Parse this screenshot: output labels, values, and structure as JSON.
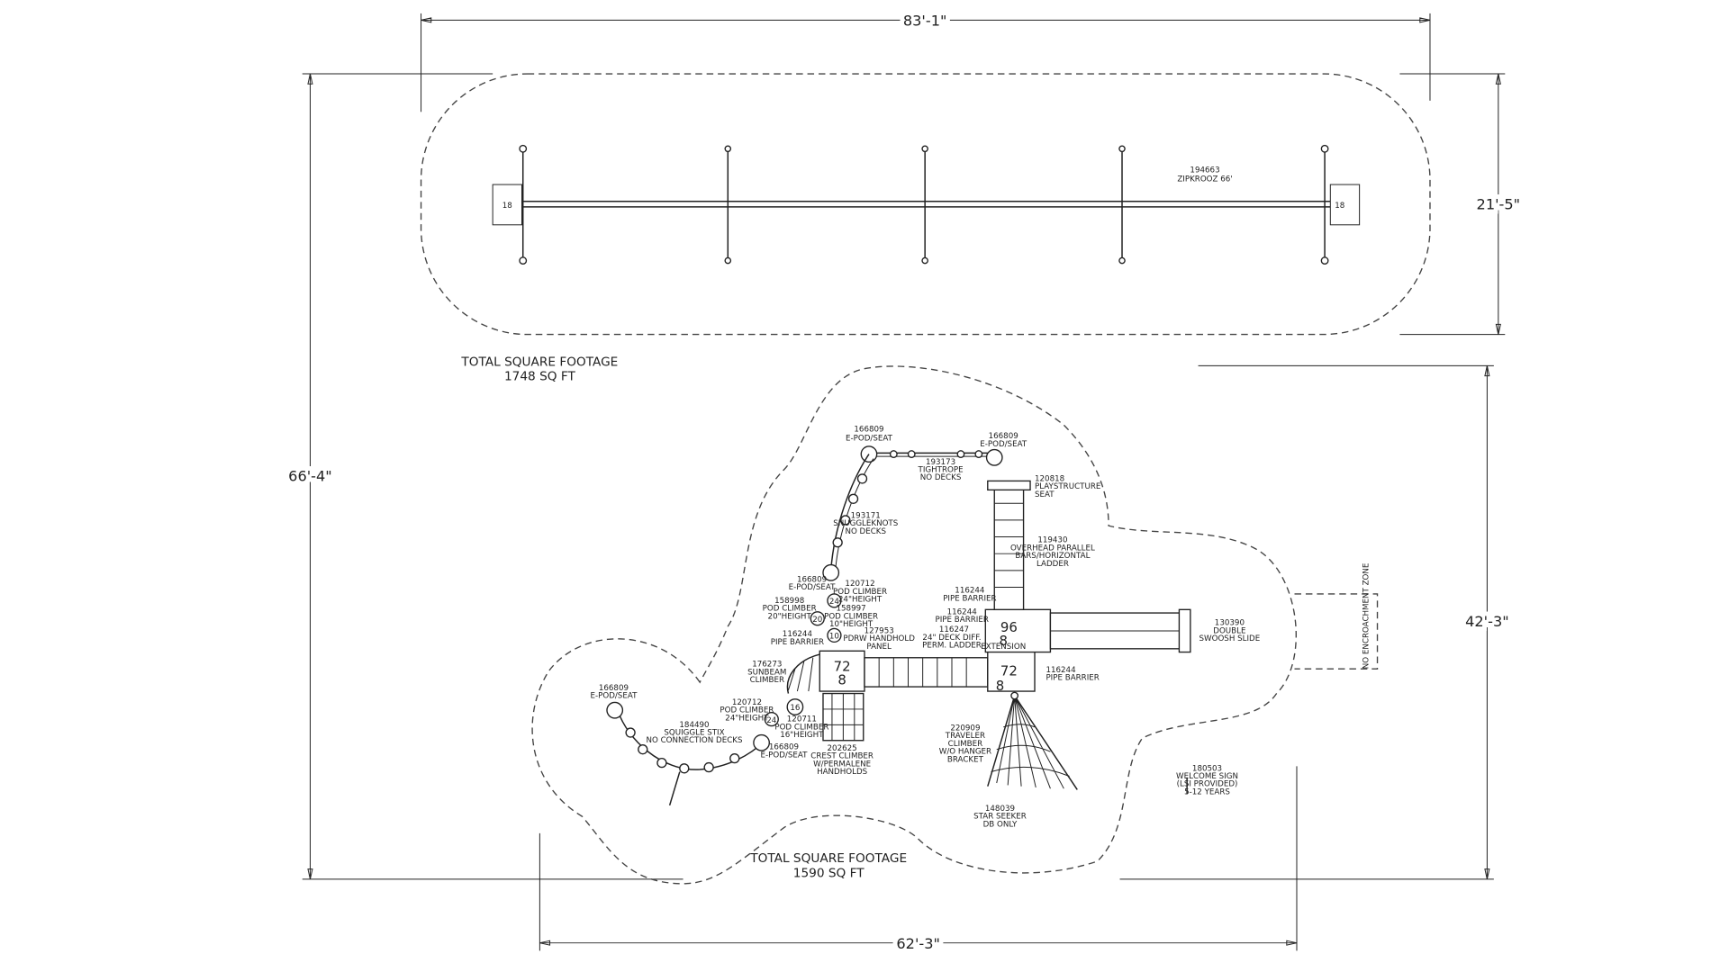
{
  "dimensions": {
    "top_width": "83'-1\"",
    "overall_height": "66'-4\"",
    "zipline_height": "21'-5\"",
    "play_height": "42'-3\"",
    "play_width": "62'-3\""
  },
  "zipline": {
    "part": "194663",
    "name": "ZIPKROOZ 66'",
    "end_label_left": "18",
    "end_label_right": "18"
  },
  "areas": {
    "top": {
      "line1": "TOTAL SQUARE FOOTAGE",
      "line2": "1748 SQ FT"
    },
    "bottom": {
      "line1": "TOTAL SQUARE FOOTAGE",
      "line2": "1590 SQ FT"
    }
  },
  "decks": {
    "d1_top": "72",
    "d1_bottom": "8",
    "d2_top": "72",
    "d2_bottom": "8",
    "d3_top": "96",
    "d3_bottom": "8"
  },
  "pod_heights": {
    "p24a": "24",
    "p20": "20",
    "p10": "10",
    "p16": "16",
    "p24b": "24"
  },
  "labels": {
    "epod_top_left": [
      "166809",
      "E-POD/SEAT"
    ],
    "epod_top_right": [
      "166809",
      "E-POD/SEAT"
    ],
    "tightrope": [
      "193173",
      "TIGHTROPE",
      "NO DECKS"
    ],
    "playseat": [
      "120818",
      "PLAYSTRUCTURE",
      "SEAT"
    ],
    "snuggleknots": [
      "193171",
      "SNUGGLEKNOTS",
      "NO DECKS"
    ],
    "overhead": [
      "119430",
      "OVERHEAD PARALLEL",
      "BARS/HORIZONTAL",
      "LADDER"
    ],
    "epod_mid": [
      "166809",
      "E-POD/SEAT"
    ],
    "pod_120712_a": [
      "120712",
      "POD CLIMBER",
      "24\"HEIGHT"
    ],
    "pod_158998": [
      "158998",
      "POD CLIMBER",
      "20\"HEIGHT"
    ],
    "pod_158997": [
      "158997",
      "POD CLIMBER",
      "10\"HEIGHT"
    ],
    "pipe_left": [
      "116244",
      "PIPE BARRIER"
    ],
    "handhold": [
      "127953",
      "PDRW HANDHOLD",
      "PANEL"
    ],
    "pipe_upper1": [
      "116244",
      "PIPE BARRIER"
    ],
    "pipe_upper2": [
      "116244",
      "PIPE BARRIER"
    ],
    "perm_ladder": [
      "116247",
      "24\" DECK DIFF.",
      "PERM. LADDER"
    ],
    "extension": [
      "EXTENSION"
    ],
    "slide": [
      "130390",
      "DOUBLE",
      "SWOOSH SLIDE"
    ],
    "sunbeam": [
      "176273",
      "SUNBEAM",
      "CLIMBER"
    ],
    "pipe_right": [
      "116244",
      "PIPE BARRIER"
    ],
    "epod_left": [
      "166809",
      "E-POD/SEAT"
    ],
    "pod_120712_b": [
      "120712",
      "POD CLIMBER",
      "24\"HEIGHT"
    ],
    "pod_120711": [
      "120711",
      "POD CLIMBER",
      "16\"HEIGHT"
    ],
    "squiggle": [
      "184490",
      "SQUIGGLE STIX",
      "NO CONNECTION DECKS"
    ],
    "epod_low": [
      "166809",
      "E-POD/SEAT"
    ],
    "traveler": [
      "220909",
      "TRAVELER",
      "CLIMBER",
      "W/O HANGER",
      "BRACKET"
    ],
    "crest": [
      "202625",
      "CREST CLIMBER",
      "W/PERMALENE",
      "HANDHOLDS"
    ],
    "star": [
      "148039",
      "STAR SEEKER",
      "DB ONLY"
    ],
    "welcome": [
      "180503",
      "WELCOME SIGN",
      "(LSI PROVIDED)",
      "5-12 YEARS"
    ],
    "no_zone": [
      "NO ENCROACHMENT ZONE"
    ]
  }
}
